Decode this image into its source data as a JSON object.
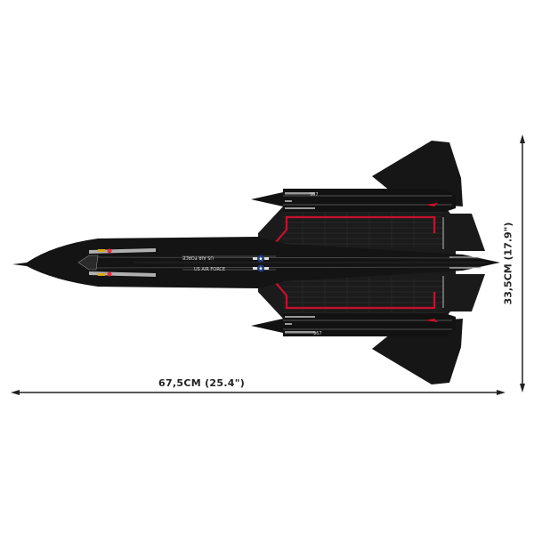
{
  "product": {
    "subject": "SR-71 Blackbird model, top view",
    "markings": {
      "upper_text_mirrored": "US AIR FORCE",
      "lower_text": "US AIR FORCE",
      "nacelle_number_top": "967",
      "nacelle_number_bottom": "967"
    }
  },
  "dimensions": {
    "length_label": "67,5CM (25.4\")",
    "width_label": "33,5CM (17.9\")"
  },
  "colors": {
    "body": "#141414",
    "panel_grid": "#3a3a3a",
    "accent_red": "#c8102e",
    "roundel_blue": "#1f3a7a",
    "dimension_line": "#222222",
    "background": "#ffffff"
  }
}
